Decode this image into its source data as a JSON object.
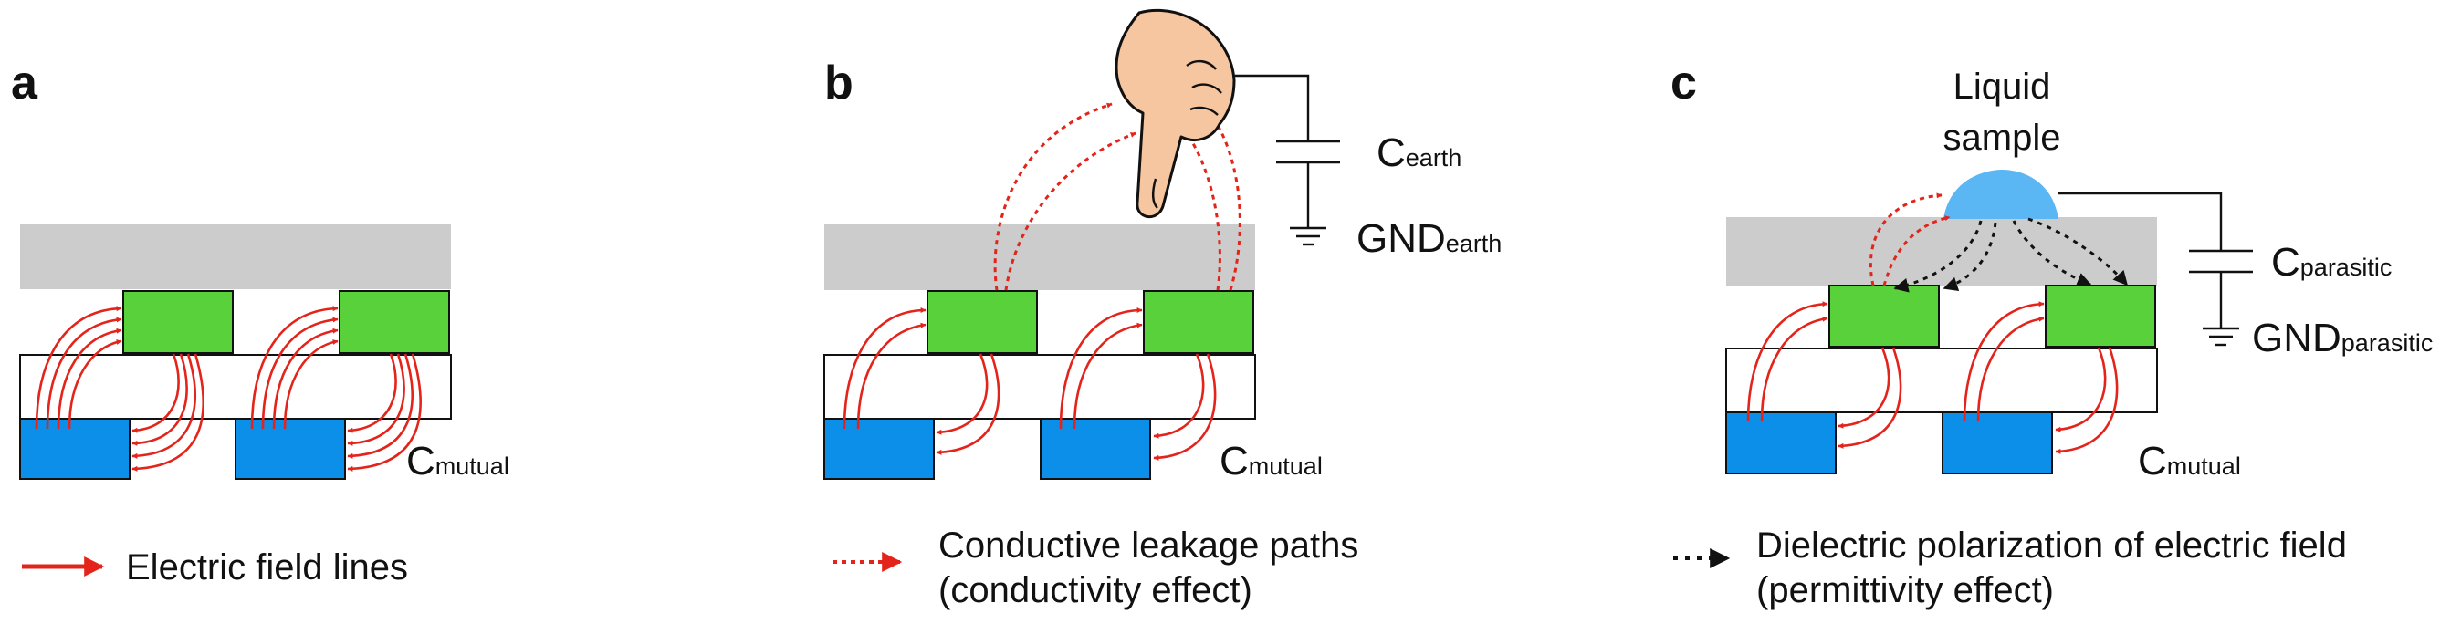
{
  "panels": [
    {
      "id": "a",
      "label": "a",
      "cap_main": "C",
      "cap_sub": "mutual",
      "legend": [
        "Electric field lines"
      ],
      "colors": {
        "field": "#e3241b",
        "top_electrode": "#58d13a",
        "bottom_electrode": "#0b8fe8",
        "cover": "#cccccc"
      }
    },
    {
      "id": "b",
      "label": "b",
      "cap_main": "C",
      "cap_sub": "mutual",
      "earth_cap_main": "C",
      "earth_cap_sub": "earth",
      "gnd_main": "GND",
      "gnd_sub": "earth",
      "legend": [
        "Conductive leakage paths",
        "(conductivity effect)"
      ],
      "icons": {
        "finger": "pointing-finger-icon"
      }
    },
    {
      "id": "c",
      "label": "c",
      "cap_main": "C",
      "cap_sub": "mutual",
      "liquid_label": [
        "Liquid",
        "sample"
      ],
      "parasitic_cap_main": "C",
      "parasitic_cap_sub": "parasitic",
      "gnd_main": "GND",
      "gnd_sub": "parasitic",
      "legend": [
        "Dielectric polarization of electric field",
        "(permittivity effect)"
      ],
      "colors": {
        "liquid": "#5bb6f4",
        "dielectric_arrow": "#111111"
      }
    }
  ]
}
